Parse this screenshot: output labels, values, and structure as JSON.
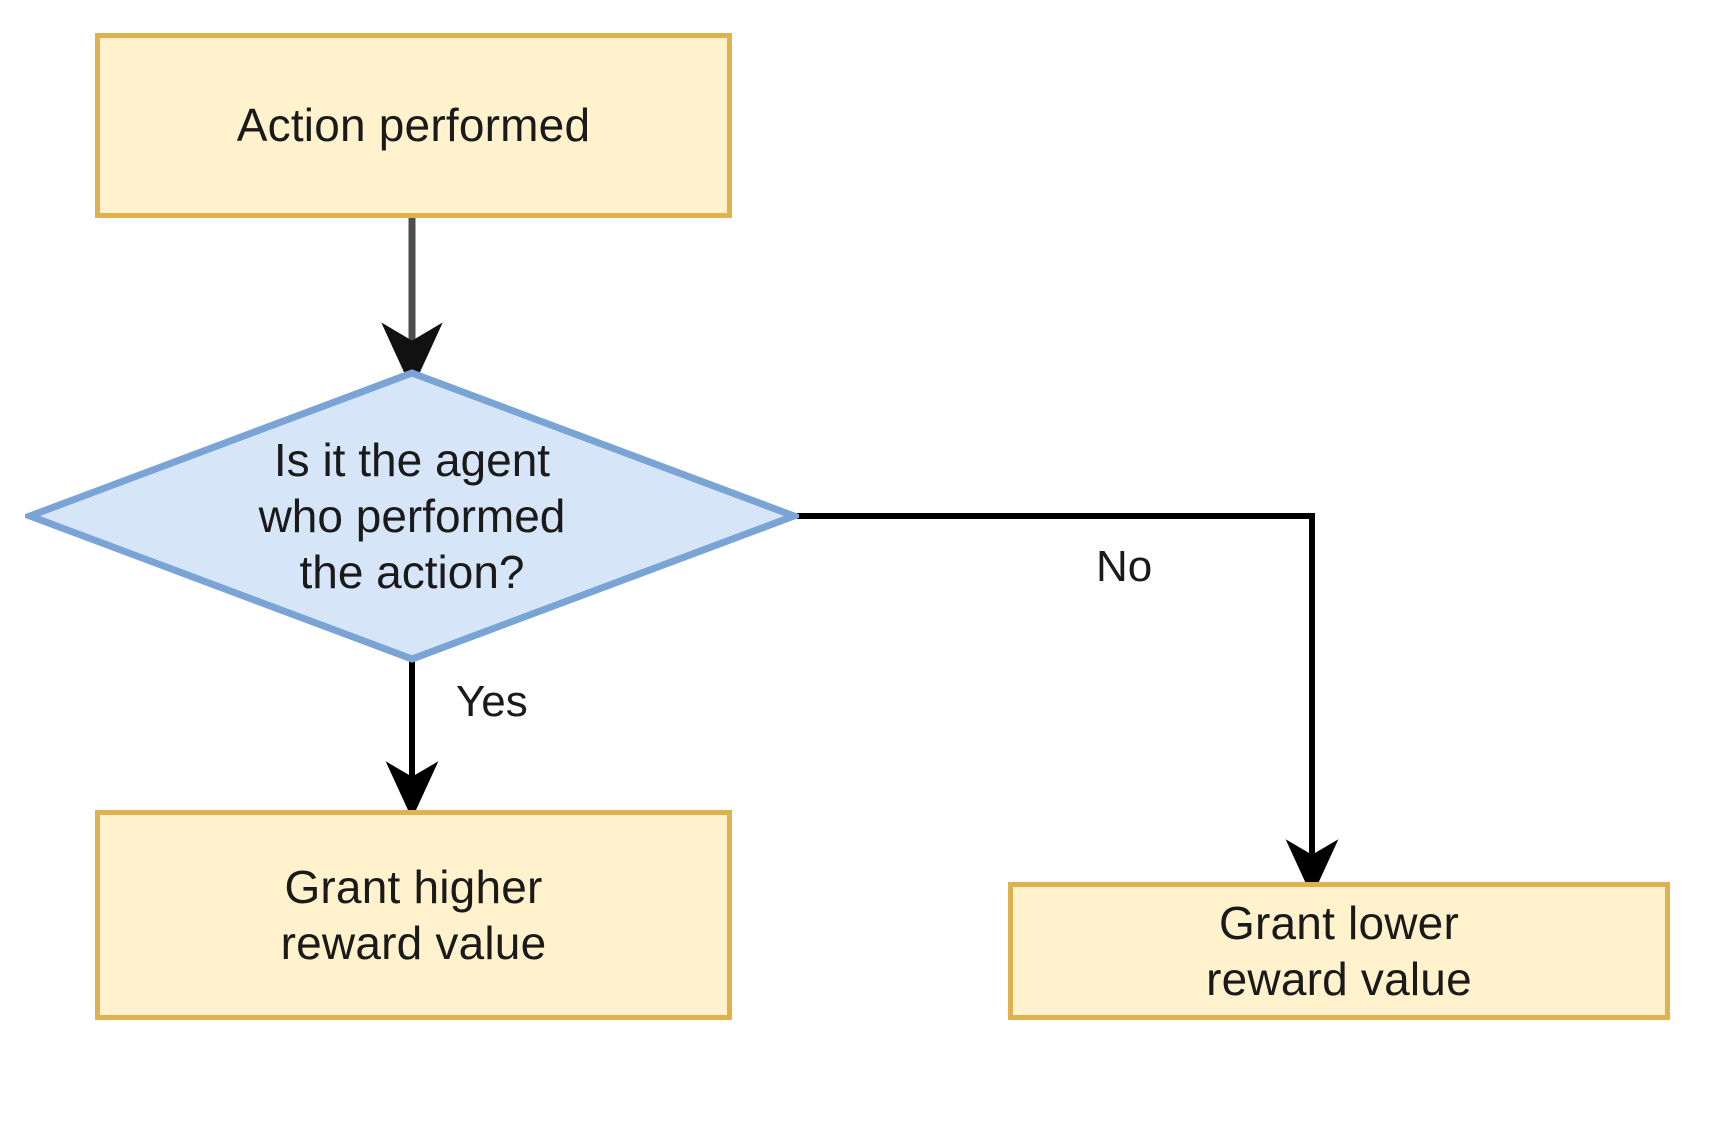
{
  "diagram": {
    "type": "flowchart",
    "title": "",
    "background_color": "#ffffff",
    "palette": {
      "process_fill": "#fff2cc",
      "process_stroke": "#e0b14f",
      "decision_fill": "#d6e6f8",
      "decision_stroke": "#7aa3d6",
      "edge_primary": "#4d4d4d",
      "edge_secondary": "#000000",
      "text": "#1a1a1a"
    },
    "nodes": [
      {
        "id": "start",
        "shape": "rectangle",
        "label": "Action performed"
      },
      {
        "id": "decision",
        "shape": "diamond",
        "label": "Is it the agent\nwho performed\nthe action?"
      },
      {
        "id": "yes_outcome",
        "shape": "rectangle",
        "label": "Grant higher\nreward value"
      },
      {
        "id": "no_outcome",
        "shape": "rectangle",
        "label": "Grant lower\nreward value"
      }
    ],
    "edges": [
      {
        "id": "e1",
        "from": "start",
        "to": "decision",
        "label": ""
      },
      {
        "id": "e2",
        "from": "decision",
        "to": "yes_outcome",
        "label": "Yes"
      },
      {
        "id": "e3",
        "from": "decision",
        "to": "no_outcome",
        "label": "No"
      }
    ]
  }
}
